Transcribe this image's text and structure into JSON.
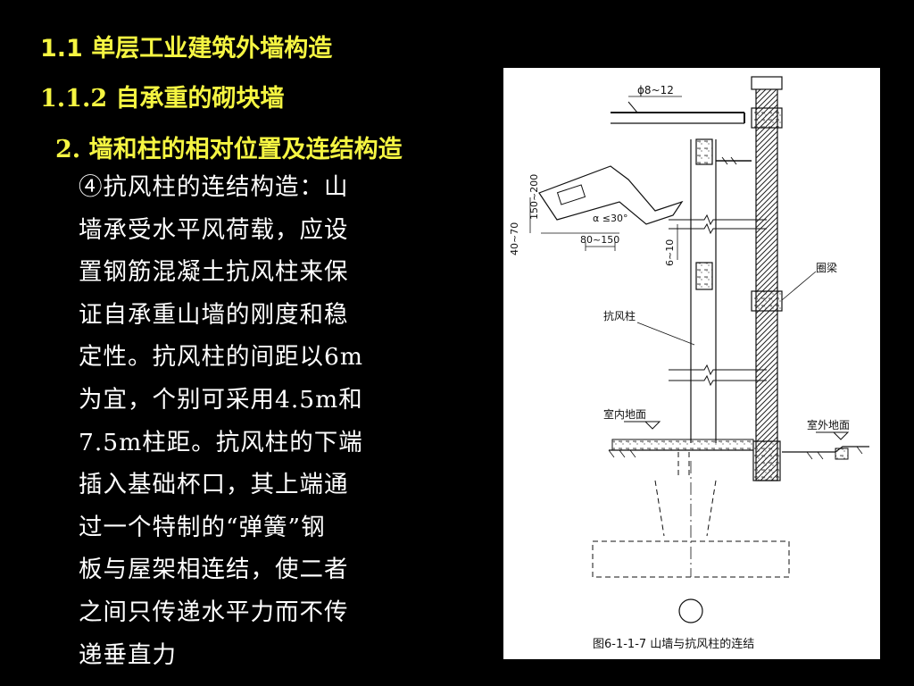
{
  "slide": {
    "title": "1.1  单层工业建筑外墙构造",
    "subtitle": "1.1.2 自承重的砌块墙",
    "subsection": "2. 墙和柱的相对位置及连结构造",
    "body_lines": [
      "④抗风柱的连结构造：山",
      "墙承受水平风荷载，应设",
      "置钢筋混凝土抗风柱来保",
      "证自承重山墙的刚度和稳",
      "定性。抗风柱的间距以6m",
      "为宜，个别可采用4.5m和",
      "7.5m柱距。抗风柱的下端",
      "插入基础杯口，其上端通",
      "过一个特制的“弹簧”钢",
      "板与屋架相连结，使二者",
      "之间只传递水平力而不传",
      "递垂直力"
    ]
  },
  "figure": {
    "labels": {
      "rebar": "ϕ8~12",
      "height_range": "150~200",
      "angle": "α ≤30°",
      "lower_dim": "40~70",
      "width_range": "80~150",
      "gap": "6~10",
      "ring_beam": "圈梁",
      "wind_column": "抗风柱",
      "indoor_floor": "室内地面",
      "outdoor_ground": "室外地面"
    },
    "caption": "图6-1-1-7   山墙与抗风柱的连结"
  },
  "colors": {
    "background": "#000000",
    "heading": "#f5f542",
    "body_text": "#ffffff",
    "figure_bg": "#ffffff"
  }
}
